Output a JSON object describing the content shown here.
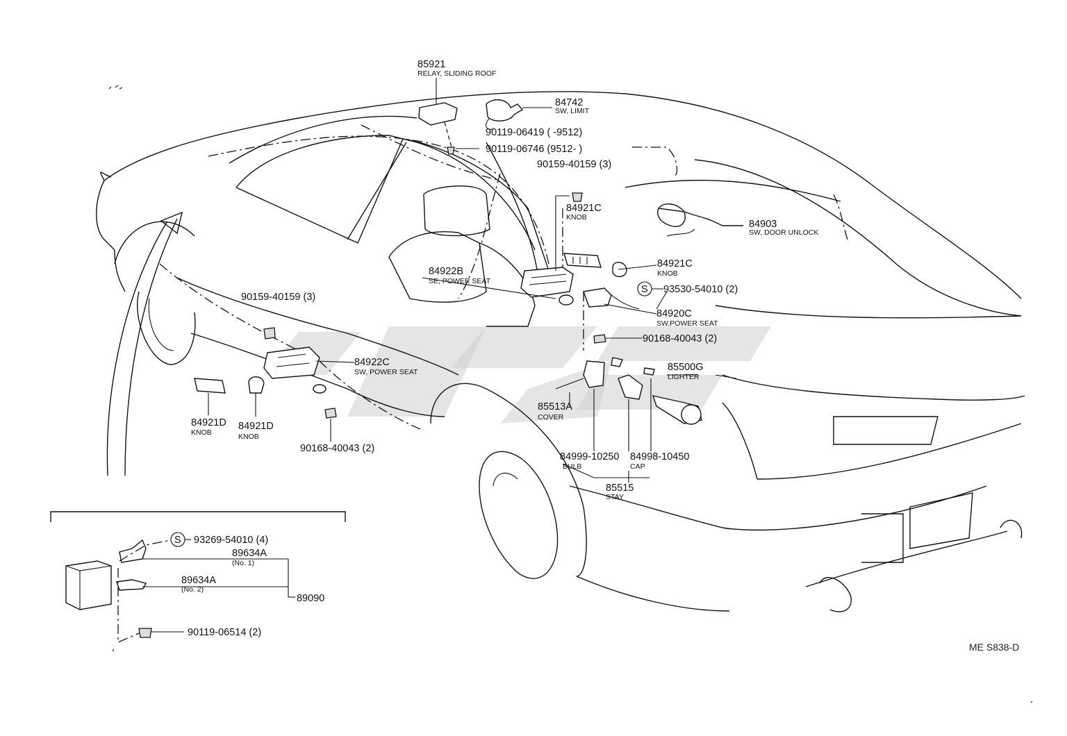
{
  "diagram_code": "ME S838-D",
  "callouts": [
    {
      "id": "85921",
      "part": "85921",
      "desc": "RELAY, SLIDING ROOF"
    },
    {
      "id": "84742",
      "part": "84742",
      "desc": "SW, LIMIT"
    },
    {
      "id": "90119-06419",
      "part": "90119-06419 (         -9512)",
      "desc": ""
    },
    {
      "id": "90119-06746",
      "part": "90119-06746 (9512-         )",
      "desc": ""
    },
    {
      "id": "90159-40159-top",
      "part": "90159-40159 (3)",
      "desc": ""
    },
    {
      "id": "84921C-top",
      "part": "84921C",
      "desc": "KNOB"
    },
    {
      "id": "84903",
      "part": "84903",
      "desc": "SW, DOOR UNLOCK"
    },
    {
      "id": "84922B",
      "part": "84922B",
      "desc": "SE, POWER SEAT"
    },
    {
      "id": "84921C-right",
      "part": "84921C",
      "desc": "KNOB"
    },
    {
      "id": "93530-54010",
      "part": "93530-54010 (2)",
      "desc": ""
    },
    {
      "id": "84920C",
      "part": "84920C",
      "desc": "SW,POWER SEAT"
    },
    {
      "id": "90168-40043-right",
      "part": "90168-40043 (2)",
      "desc": ""
    },
    {
      "id": "90159-40159-left",
      "part": "90159-40159 (3)",
      "desc": ""
    },
    {
      "id": "84922C",
      "part": "84922C",
      "desc": "SW, POWER SEAT"
    },
    {
      "id": "85500G",
      "part": "85500G",
      "desc": "LIGHTER"
    },
    {
      "id": "85513A",
      "part": "85513A",
      "desc": "COVER"
    },
    {
      "id": "84921D-a",
      "part": "84921D",
      "desc": "KNOB"
    },
    {
      "id": "84921D-b",
      "part": "84921D",
      "desc": "KNOB"
    },
    {
      "id": "90168-40043-left",
      "part": "90168-40043 (2)",
      "desc": ""
    },
    {
      "id": "84999-10250",
      "part": "84999-10250",
      "desc": "BULB"
    },
    {
      "id": "84998-10450",
      "part": "84998-10450",
      "desc": "CAP"
    },
    {
      "id": "85515",
      "part": "85515",
      "desc": "STAY"
    }
  ],
  "inset_callouts": [
    {
      "id": "93269-54010",
      "part": "93269-54010 (4)",
      "desc": ""
    },
    {
      "id": "89634A-1",
      "part": "89634A",
      "desc": "(No. 1)"
    },
    {
      "id": "89634A-2",
      "part": "89634A",
      "desc": "(No. 2)"
    },
    {
      "id": "89090",
      "part": "89090",
      "desc": ""
    },
    {
      "id": "90119-06514",
      "part": "90119-06514 (2)",
      "desc": ""
    }
  ],
  "markers": {
    "screw_symbol": "S"
  }
}
